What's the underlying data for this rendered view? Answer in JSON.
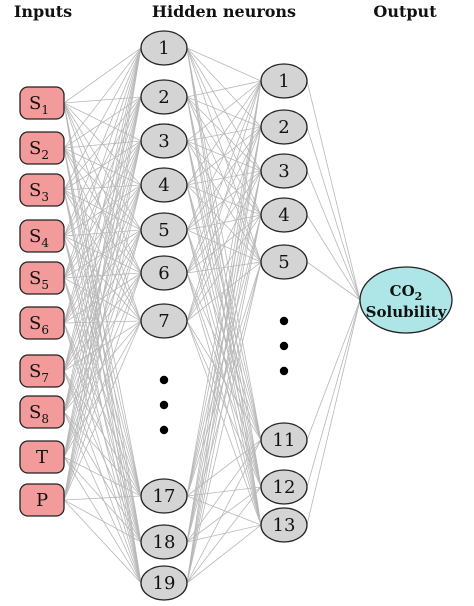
{
  "headers": {
    "inputs": "Inputs",
    "hidden": "Hidden neurons",
    "output": "Output"
  },
  "inputs": [
    {
      "base": "S",
      "sub": "1"
    },
    {
      "base": "S",
      "sub": "2"
    },
    {
      "base": "S",
      "sub": "3"
    },
    {
      "base": "S",
      "sub": "4"
    },
    {
      "base": "S",
      "sub": "5"
    },
    {
      "base": "S",
      "sub": "6"
    },
    {
      "base": "S",
      "sub": "7"
    },
    {
      "base": "S",
      "sub": "8"
    },
    {
      "base": "T",
      "sub": ""
    },
    {
      "base": "P",
      "sub": ""
    }
  ],
  "hidden_layer_1": [
    "1",
    "2",
    "3",
    "4",
    "5",
    "6",
    "7",
    "17",
    "18",
    "19"
  ],
  "hidden_layer_2": [
    "1",
    "2",
    "3",
    "4",
    "5",
    "11",
    "12",
    "13"
  ],
  "output": {
    "line1_base": "CO",
    "line1_sub": "2",
    "line2": "Solubility"
  },
  "colors": {
    "input_fill": "#f39a9a",
    "hidden_fill": "#d4d4d4",
    "output_fill": "#aee6e8",
    "edge": "#b8b8b8"
  }
}
